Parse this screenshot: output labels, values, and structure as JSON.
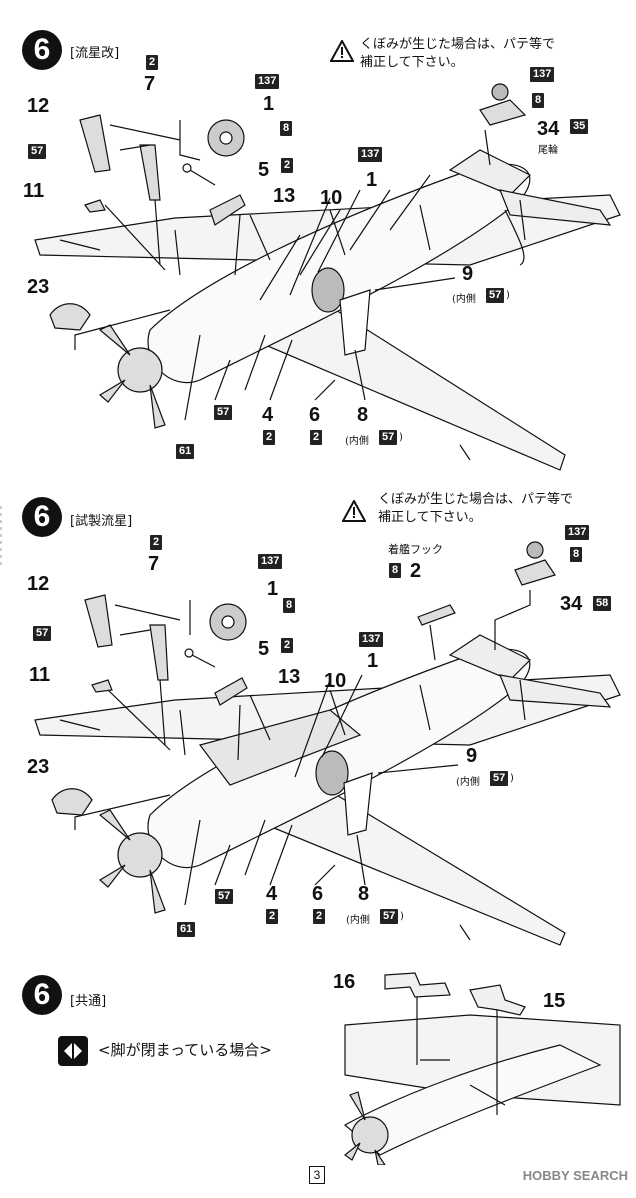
{
  "sections": [
    {
      "step": "6",
      "title": "[流星改]",
      "warning": [
        "くぼみが生じた場合は、パテ等で",
        "補正して下さい。"
      ],
      "labels": {
        "p12": "12",
        "p57a": "57",
        "p11": "11",
        "p23": "23",
        "p61": "61",
        "p57b": "57",
        "p2a": "2",
        "p7": "7",
        "p137a": "137",
        "p1a": "1",
        "p8a": "8",
        "p5": "5",
        "p2b": "2",
        "p13": "13",
        "p137b": "137",
        "p1b": "1",
        "p10": "10",
        "p9": "9",
        "p9note": "(内側",
        "p57c": "57",
        "p9close": ")",
        "p4": "4",
        "p2c": "2",
        "p6": "6",
        "p2d": "2",
        "p8b": "8",
        "p8note": "(内側",
        "p57d": "57",
        "p8close": ")",
        "p137c": "137",
        "p8c": "8",
        "p34": "34",
        "p35": "35",
        "tailwheel": "尾輪"
      }
    },
    {
      "step": "6",
      "title": "[試製流星]",
      "warning": [
        "くぼみが生じた場合は、パテ等で",
        "補正して下さい。"
      ],
      "labels": {
        "p12": "12",
        "p57a": "57",
        "p11": "11",
        "p23": "23",
        "p61": "61",
        "p57b": "57",
        "p2a": "2",
        "p7": "7",
        "p137a": "137",
        "p1a": "1",
        "p8a": "8",
        "p5": "5",
        "p2b": "2",
        "p13": "13",
        "p137b": "137",
        "p1b": "1",
        "p10": "10",
        "p9": "9",
        "p9note": "(内側",
        "p57c": "57",
        "p9close": ")",
        "p4": "4",
        "p2c": "2",
        "p6": "6",
        "p2d": "2",
        "p8b": "8",
        "p8note": "(内側",
        "p57d": "57",
        "p8close": ")",
        "hook": "着艦フック",
        "p8hook": "8",
        "p2hook": "2",
        "p137c": "137",
        "p8c": "8",
        "p34": "34",
        "p58": "58"
      }
    },
    {
      "step": "6",
      "title": "[共通]",
      "legend": "<脚が閉まっている場合>",
      "labels": {
        "p16": "16",
        "p15": "15"
      }
    }
  ],
  "page_number": "3",
  "watermark": "HOBBY SEARCH"
}
